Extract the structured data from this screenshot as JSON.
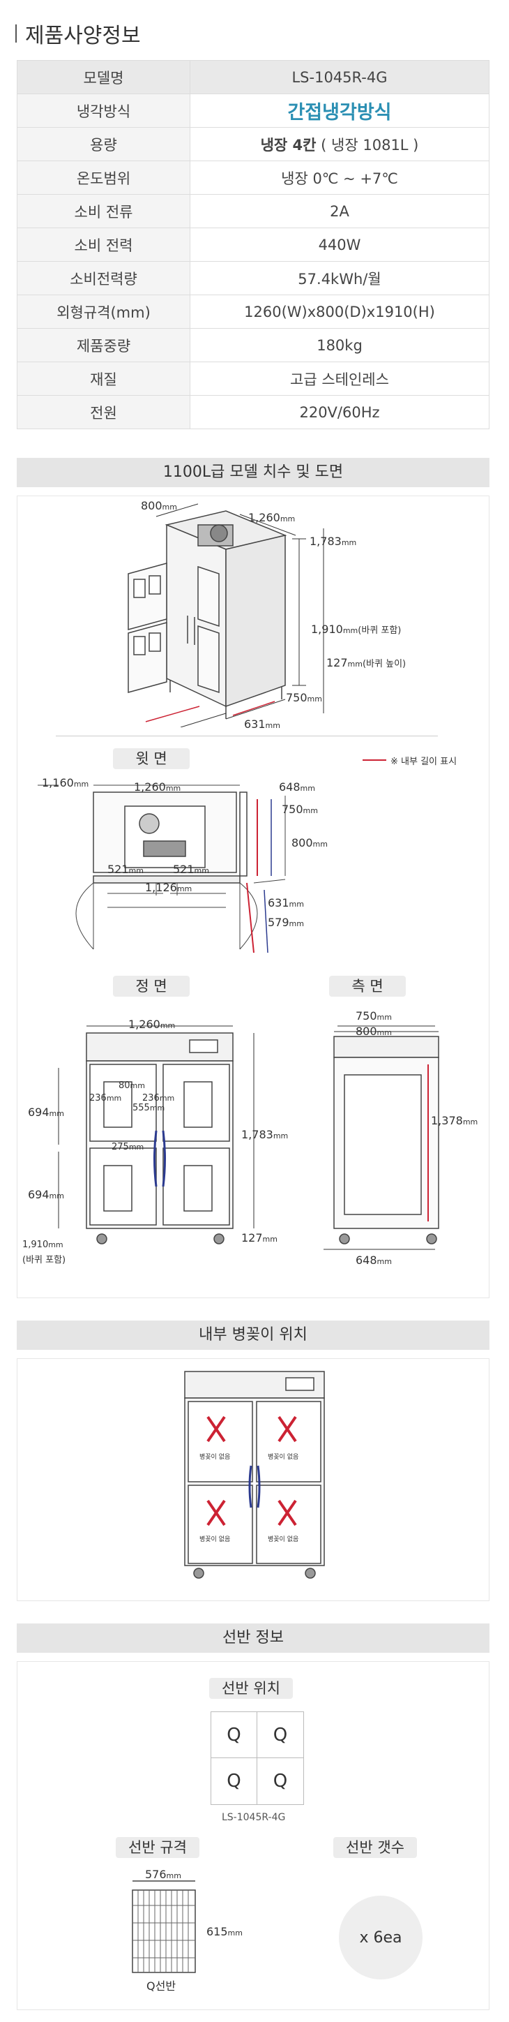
{
  "title": "제품사양정보",
  "spec": [
    {
      "k": "모델명",
      "v": "LS-1045R-4G"
    },
    {
      "k": "냉각방식",
      "v": "간접냉각방식"
    },
    {
      "k": "용량",
      "v_bold": "냉장 4칸",
      "v": " ( 냉장 1081L )"
    },
    {
      "k": "온도범위",
      "v": "냉장 0℃ ~ +7℃"
    },
    {
      "k": "소비 전류",
      "v": "2A"
    },
    {
      "k": "소비 전력",
      "v": "440W"
    },
    {
      "k": "소비전력량",
      "v": "57.4kWh/월"
    },
    {
      "k": "외형규격(mm)",
      "v": "1260(W)x800(D)x1910(H)"
    },
    {
      "k": "제품중량",
      "v": "180kg"
    },
    {
      "k": "재질",
      "v": "고급 스테인레스"
    },
    {
      "k": "전원",
      "v": "220V/60Hz"
    }
  ],
  "drawing": {
    "title": "1100L급 모델 치수 및 도면",
    "iso": {
      "d800": "800",
      "w1260": "1,260",
      "h1783": "1,783",
      "h1910": "1,910",
      "h1910_note": "(바퀴 포함)",
      "h127": "127",
      "h127_note": "(바퀴 높이)",
      "d750": "750",
      "d631": "631",
      "unit": "mm"
    },
    "top_view": {
      "label": "윗 면",
      "legend": "※ 내부 길이 표시",
      "w1160": "1,160",
      "w1260": "1,260",
      "d648": "648",
      "d750": "750",
      "d800": "800",
      "d631": "631",
      "d579": "579",
      "w521a": "521",
      "w521b": "521",
      "w1126": "1,126"
    },
    "front_view": {
      "label": "정 면",
      "w1260": "1,260",
      "h694a": "694",
      "h694b": "694",
      "h1783": "1,783",
      "h127": "127",
      "h1910": "1,910",
      "h1910_note": "(바퀴 포함)",
      "w275": "275",
      "h555": "555",
      "w80": "80",
      "w236": "236",
      "w236b": "236"
    },
    "side_view": {
      "label": "측 면",
      "d750": "750",
      "d800": "800",
      "h1378": "1,378",
      "d648": "648"
    }
  },
  "bottle": {
    "title": "내부 병꽂이 위치",
    "note": "병꽂이 없음"
  },
  "shelf": {
    "title": "선반 정보",
    "position_label": "선반 위치",
    "grid": [
      "Q",
      "Q",
      "Q",
      "Q"
    ],
    "model": "LS-1045R-4G",
    "spec_label": "선반 규격",
    "count_label": "선반 갯수",
    "w576": "576",
    "h615": "615",
    "shelf_name": "Q선반",
    "count": "x 6ea"
  }
}
